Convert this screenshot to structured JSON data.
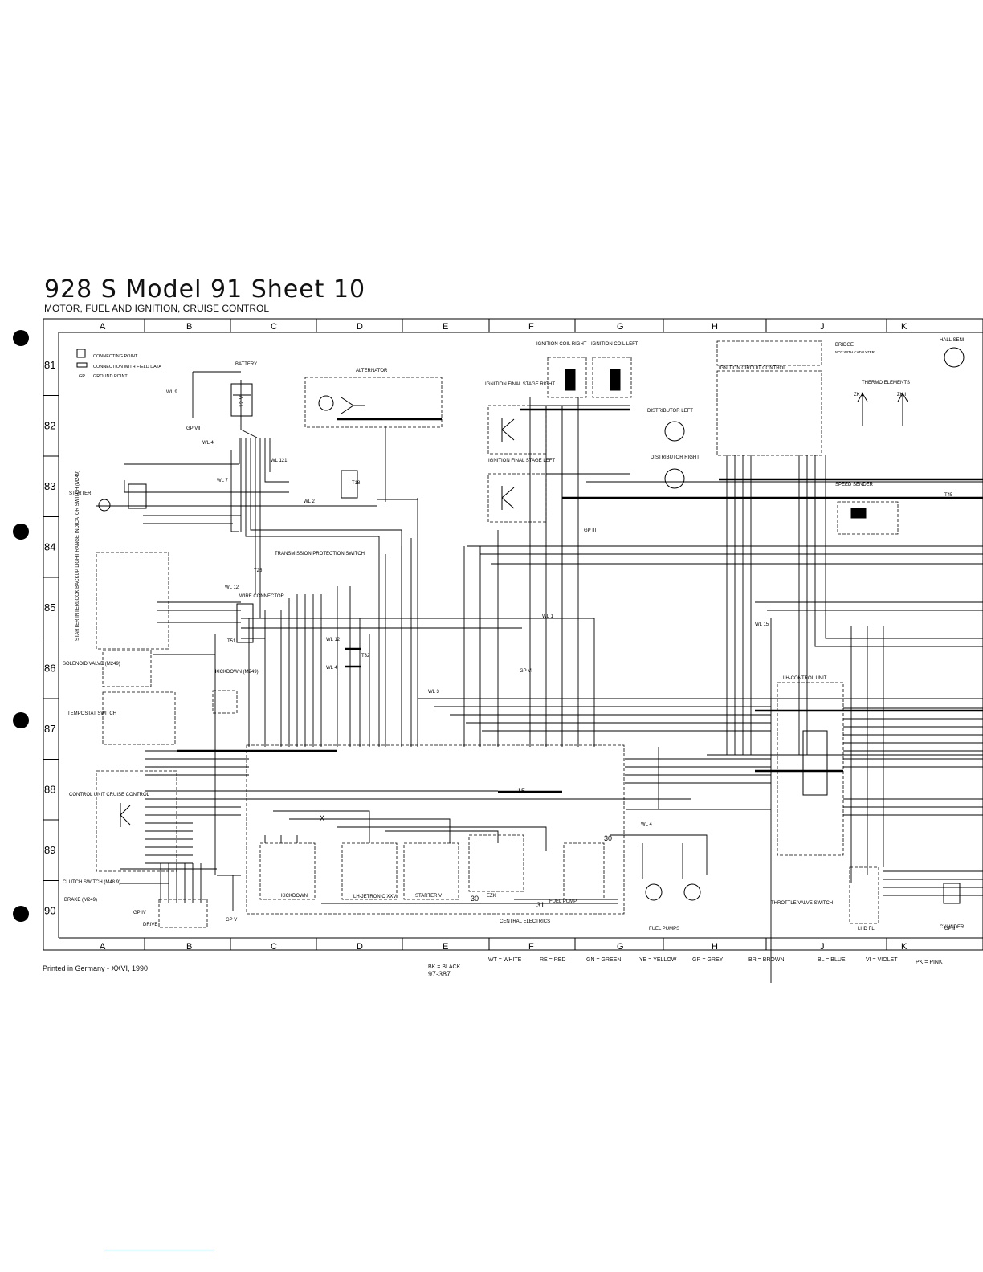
{
  "header": {
    "title": "928 S  Model 91  Sheet 10",
    "subtitle": "MOTOR, FUEL AND IGNITION, CRUISE CONTROL"
  },
  "grid": {
    "columns": [
      "A",
      "B",
      "C",
      "D",
      "E",
      "F",
      "G",
      "H",
      "J",
      "K"
    ],
    "rows": [
      "81",
      "82",
      "83",
      "84",
      "85",
      "86",
      "87",
      "88",
      "89",
      "90"
    ]
  },
  "key": {
    "connecting_point": "CONNECTING POINT",
    "connection_field": "CONNECTION WITH FIELD DATA",
    "gp_symbol": "GP",
    "ground_point": "GROUND POINT"
  },
  "components": {
    "battery": "BATTERY",
    "battery_voltage": "12 V",
    "alternator": "ALTERNATOR",
    "starter": "STARTER",
    "ign_coil_right": "IGNITION COIL RIGHT",
    "ign_coil_left": "IGNITION COIL LEFT",
    "ign_final_right": "IGNITION FINAL STAGE RIGHT",
    "ign_final_left": "IGNITION FINAL STAGE LEFT",
    "distributor_left": "DISTRIBUTOR LEFT",
    "distributor_right": "DISTRIBUTOR RIGHT",
    "ign_circuit_control": "IGNITION CIRCUIT CONTROL",
    "bridge": "BRIDGE",
    "bridge_note": "NOT WITH CATALYZER",
    "thermo_elements": "THERMO ELEMENTS",
    "zk1": "ZK I",
    "zk2": "ZK I",
    "speed_sender": "SPEED SENDER",
    "hall_sender": "HALL SENI",
    "trans_protection": "TRANSMISSION PROTECTION SWITCH",
    "wire_connector": "WIRE CONNECTOR",
    "kickdown_top": "KICKDOWN (M249)",
    "starter_interlock": "STARTER INTERLOCK BACKUP LIGHT RANGE INDICATOR SWITCH (M249)",
    "solenoid_valve": "SOLENOID VALVE (M249)",
    "temp_switch": "TEMPOSTAT SWITCH",
    "control_unit": "CONTROL UNIT CRUISE CONTROL",
    "clutch_switch": "CLUTCH SWITCH (M48.9)",
    "brake": "BRAKE (M249)",
    "drive": "DRIVE",
    "kickdown_relay": "KICKDOWN",
    "lh_jetronic": "LH-JETRONIC XXV",
    "starter_relay": "STARTER  V",
    "ezk": "EZK",
    "fuel_pump": "FUEL PUMP",
    "central_electrics": "CENTRAL ELECTRICS",
    "fuel_pumps": "FUEL PUMPS",
    "lh_control_unit": "LH-CONTROL UNIT",
    "throttle_switch": "THROTTLE VALVE SWITCH",
    "lhd_fl": "LHD FL",
    "cylinder": "CYLINDER"
  },
  "wire_labels": [
    "WL 9",
    "WL 4",
    "WL 7",
    "WL 121",
    "WL 2",
    "WL 12",
    "WL 12",
    "WL 4",
    "WL 1",
    "WL 3",
    "WL 15",
    "WL 4",
    "T18",
    "T25",
    "T32",
    "T51",
    "T45",
    "30",
    "31",
    "15",
    "30",
    "X",
    "GP VII",
    "GP VI",
    "GP III",
    "GP IV",
    "GP V",
    "GP II"
  ],
  "footer": {
    "printed": "Printed in Germany - XXVI, 1990",
    "docno": "97-387",
    "bk": "BK = BLACK"
  },
  "color_legend": [
    {
      "code": "WT = WHITE"
    },
    {
      "code": "RE = RED"
    },
    {
      "code": "GN = GREEN"
    },
    {
      "code": "YE = YELLOW"
    },
    {
      "code": "GR = GREY"
    },
    {
      "code": "BR = BROWN"
    },
    {
      "code": "BL = BLUE"
    },
    {
      "code": "VI = VIOLET"
    },
    {
      "code": "PK = PINK"
    }
  ]
}
